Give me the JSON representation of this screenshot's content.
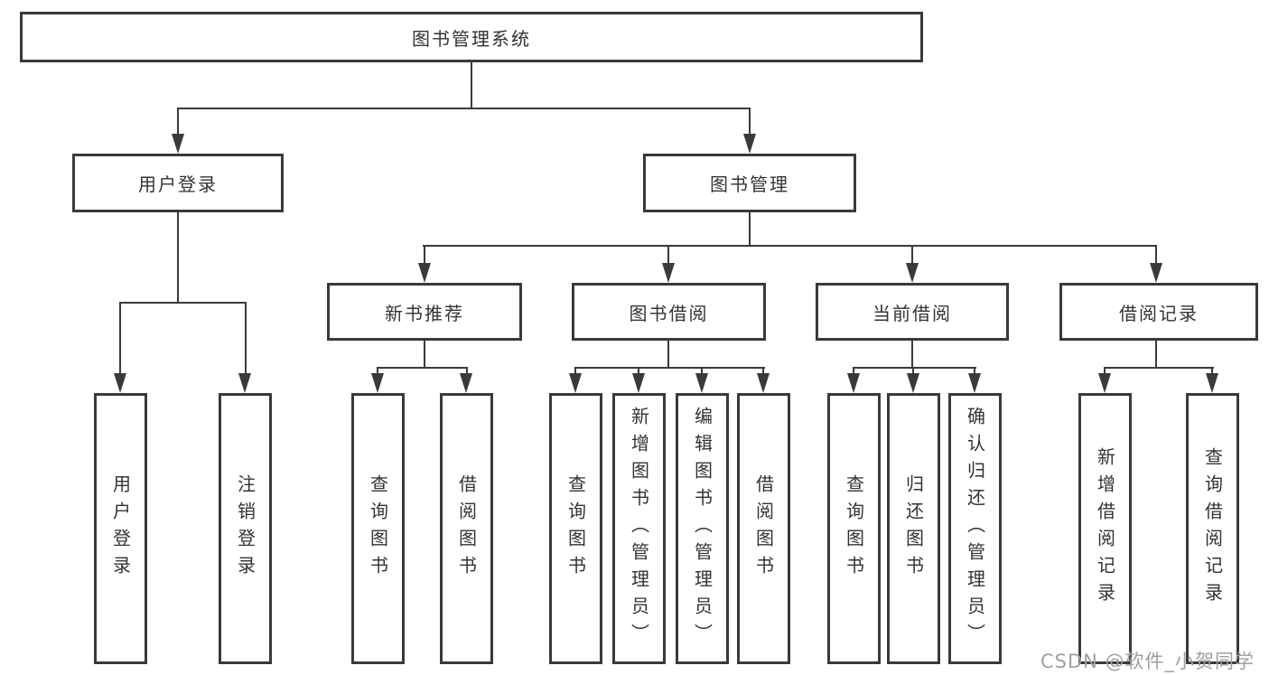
{
  "tree": {
    "label": "图书管理系统",
    "children": [
      {
        "label": "用户登录",
        "children": [
          {
            "label": "用户登录"
          },
          {
            "label": "注销登录"
          }
        ]
      },
      {
        "label": "图书管理",
        "children": [
          {
            "label": "新书推荐",
            "children": [
              {
                "label": "查询图书"
              },
              {
                "label": "借阅图书"
              }
            ]
          },
          {
            "label": "图书借阅",
            "children": [
              {
                "label": "查询图书"
              },
              {
                "label": "新增图书（管理员）"
              },
              {
                "label": "编辑图书（管理员）"
              },
              {
                "label": "借阅图书"
              }
            ]
          },
          {
            "label": "当前借阅",
            "children": [
              {
                "label": "查询图书"
              },
              {
                "label": "归还图书"
              },
              {
                "label": "确认归还（管理员）"
              }
            ]
          },
          {
            "label": "借阅记录",
            "children": [
              {
                "label": "新增借阅记录"
              },
              {
                "label": "查询借阅记录"
              }
            ]
          }
        ]
      }
    ]
  },
  "watermark": {
    "text": "CSDN @软件_小贺同学"
  },
  "colors": {
    "line": "#3a3a3a",
    "text": "#333333",
    "watermark": "#a0a0a4",
    "background": "#ffffff"
  }
}
